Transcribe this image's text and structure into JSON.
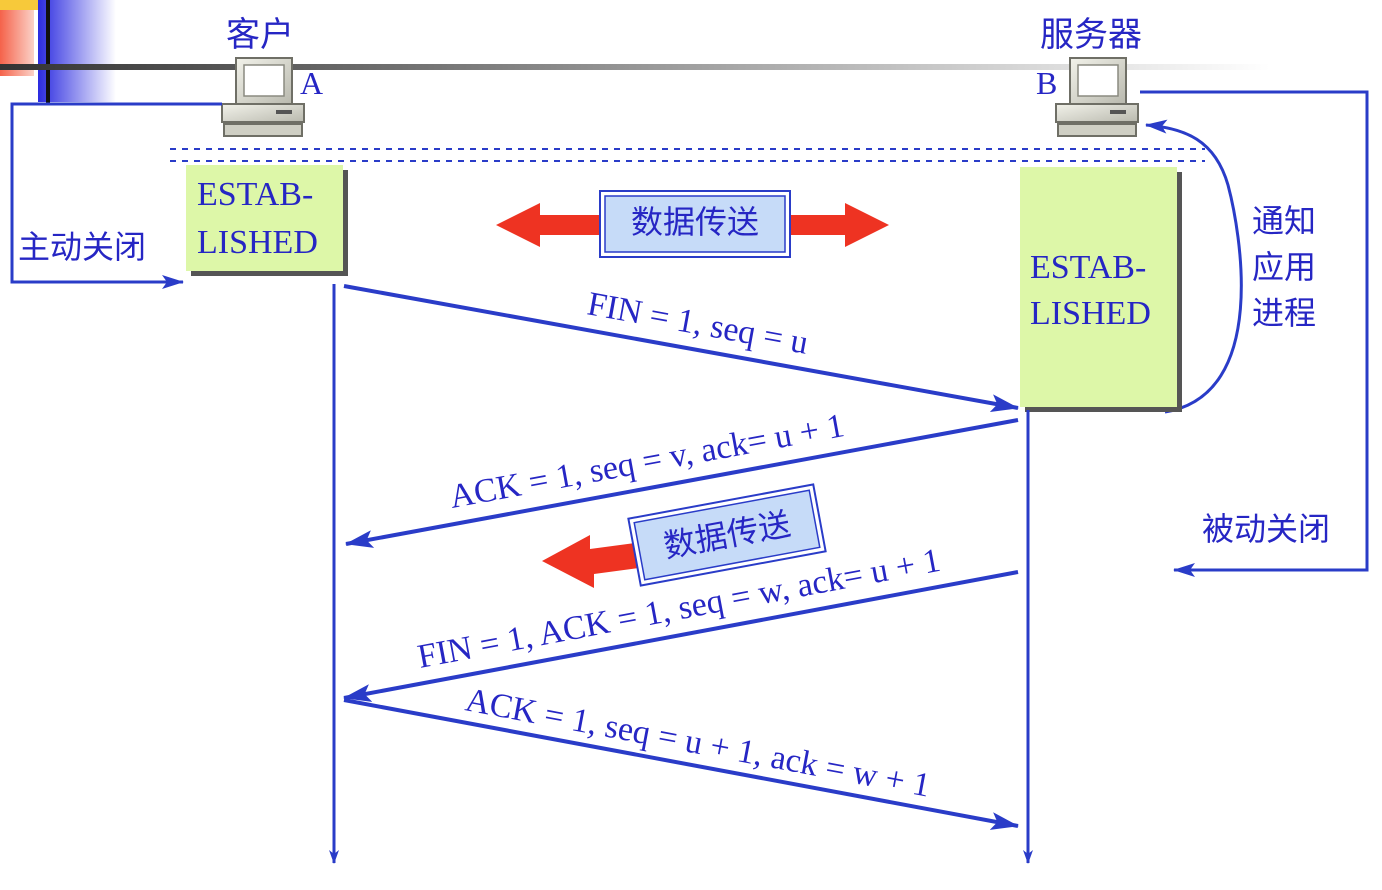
{
  "hosts": {
    "client": {
      "title": "客户",
      "letter": "A"
    },
    "server": {
      "title": "服务器",
      "letter": "B"
    }
  },
  "states": {
    "client": {
      "line1": "ESTAB-",
      "line2": "LISHED"
    },
    "server": {
      "line1": "ESTAB-",
      "line2": "LISHED"
    }
  },
  "side_labels": {
    "active_close": "主动关闭",
    "passive_close": "被动关闭",
    "notify_app": [
      "通知",
      "应用",
      "进程"
    ]
  },
  "data_transfer": {
    "top": "数据传送",
    "middle": "数据传送"
  },
  "messages": [
    {
      "text": "FIN = 1, seq = u"
    },
    {
      "text": "ACK = 1, seq = v, ack= u + 1"
    },
    {
      "text": "FIN = 1, ACK = 1, seq = w, ack= u + 1"
    },
    {
      "text": "ACK = 1, seq = u + 1, ack = w + 1"
    }
  ],
  "colors": {
    "text": "#2626c4",
    "line": "#2a3cc8",
    "state_fill": "#ddf7a8",
    "arrow_red": "#ee3322",
    "label_box_fill": "#c6dbf8"
  },
  "icons": [
    "computer-icon",
    "red-double-arrow",
    "red-left-arrow"
  ]
}
